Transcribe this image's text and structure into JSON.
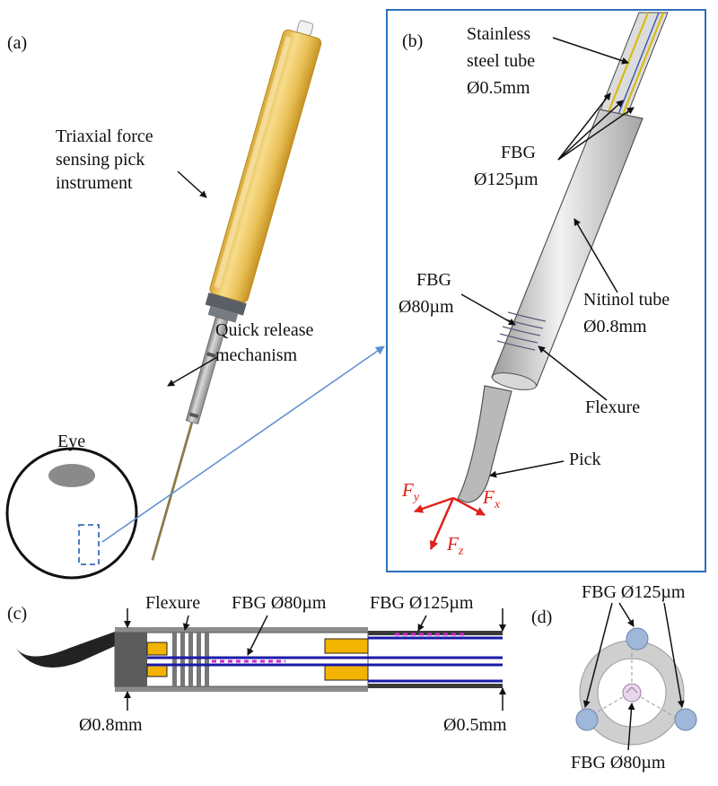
{
  "panels": {
    "a": "(a)",
    "b": "(b)",
    "c": "(c)",
    "d": "(d)"
  },
  "panel_a": {
    "instrument_label": [
      "Triaxial force",
      "sensing pick",
      "instrument"
    ],
    "quick_release_label": [
      "Quick release",
      "mechanism"
    ],
    "eye_label": "Eye"
  },
  "panel_b": {
    "stainless_label": [
      "Stainless",
      "steel tube",
      "Ø0.5mm"
    ],
    "fbg125_label": [
      "FBG",
      "Ø125µm"
    ],
    "fbg80_label": [
      "FBG",
      "Ø80µm"
    ],
    "nitinol_label": [
      "Nitinol tube",
      "Ø0.8mm"
    ],
    "flexure_label": "Flexure",
    "pick_label": "Pick",
    "forces": {
      "fy": "y",
      "fx": "x",
      "fz": "z",
      "symbol": "F"
    }
  },
  "panel_c": {
    "flexure_label": "Flexure",
    "fbg80_label": "FBG Ø80µm",
    "fbg125_label": "FBG Ø125µm",
    "dia08_label": "Ø0.8mm",
    "dia05_label": "Ø0.5mm"
  },
  "panel_d": {
    "fbg125_label": "FBG Ø125µm",
    "fbg80_label": "FBG Ø80µm"
  },
  "colors": {
    "frame_blue": "#2e6fba",
    "force_red": "#e0201b",
    "gold": "#f2b400",
    "fiber_blue": "#1a1aa8",
    "magenta": "#d321d3",
    "gray_tube": "#8c8c8c"
  }
}
